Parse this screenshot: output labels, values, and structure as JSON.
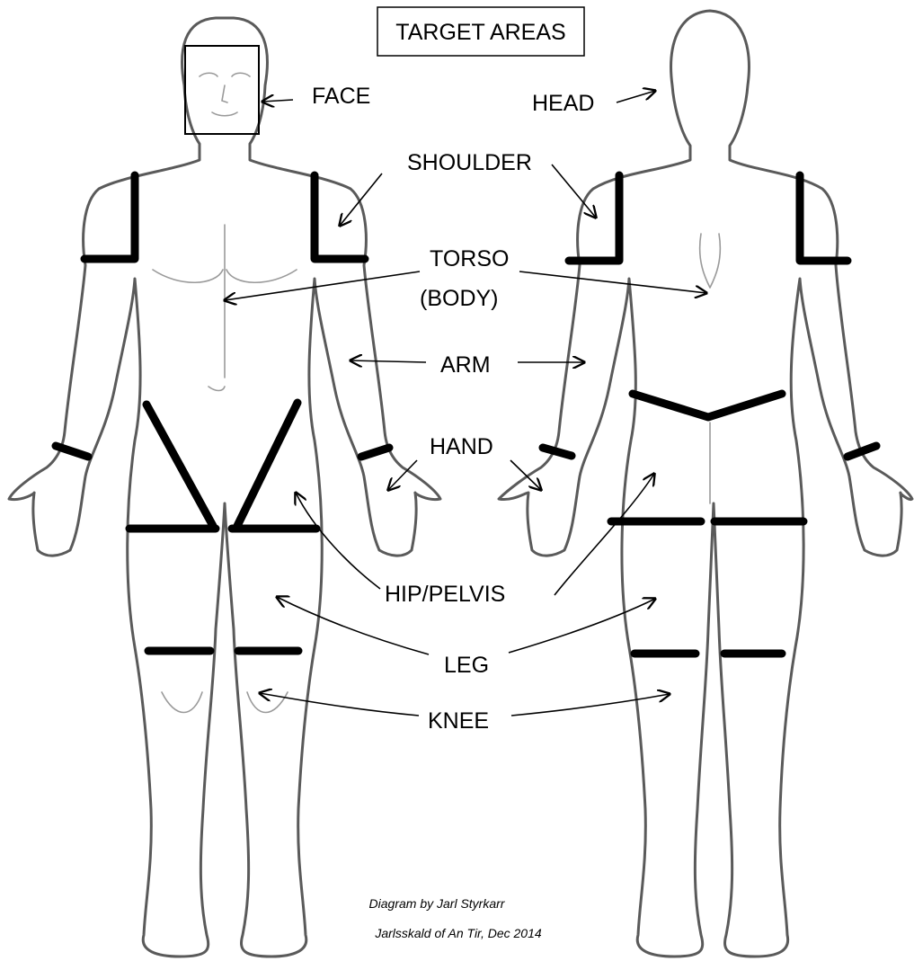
{
  "title": "TARGET AREAS",
  "labels": {
    "face": "FACE",
    "head": "HEAD",
    "shoulder": "SHOULDER",
    "torso": "TORSO",
    "torso_sub": "(BODY)",
    "arm": "ARM",
    "hand": "HAND",
    "hip_pelvis": "HIP/PELVIS",
    "leg": "LEG",
    "knee": "KNEE"
  },
  "credit": {
    "line1": "Diagram by Jarl Styrkarr",
    "line2": "Jarlsskald of An Tir, Dec 2014"
  },
  "colors": {
    "zone_lines": "#000000",
    "body_outline": "#5a5a5a",
    "background": "#ffffff"
  }
}
